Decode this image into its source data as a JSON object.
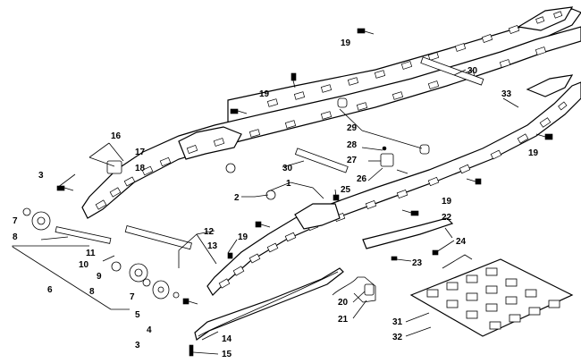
{
  "diagram": {
    "callouts": [
      "1",
      "2",
      "3",
      "3",
      "4",
      "5",
      "6",
      "7",
      "7",
      "8",
      "8",
      "9",
      "10",
      "11",
      "12",
      "13",
      "14",
      "15",
      "16",
      "17",
      "18",
      "19",
      "19",
      "19",
      "19",
      "19",
      "20",
      "21",
      "22",
      "23",
      "24",
      "25",
      "26",
      "27",
      "28",
      "29",
      "30",
      "30",
      "31",
      "32",
      "33"
    ]
  }
}
